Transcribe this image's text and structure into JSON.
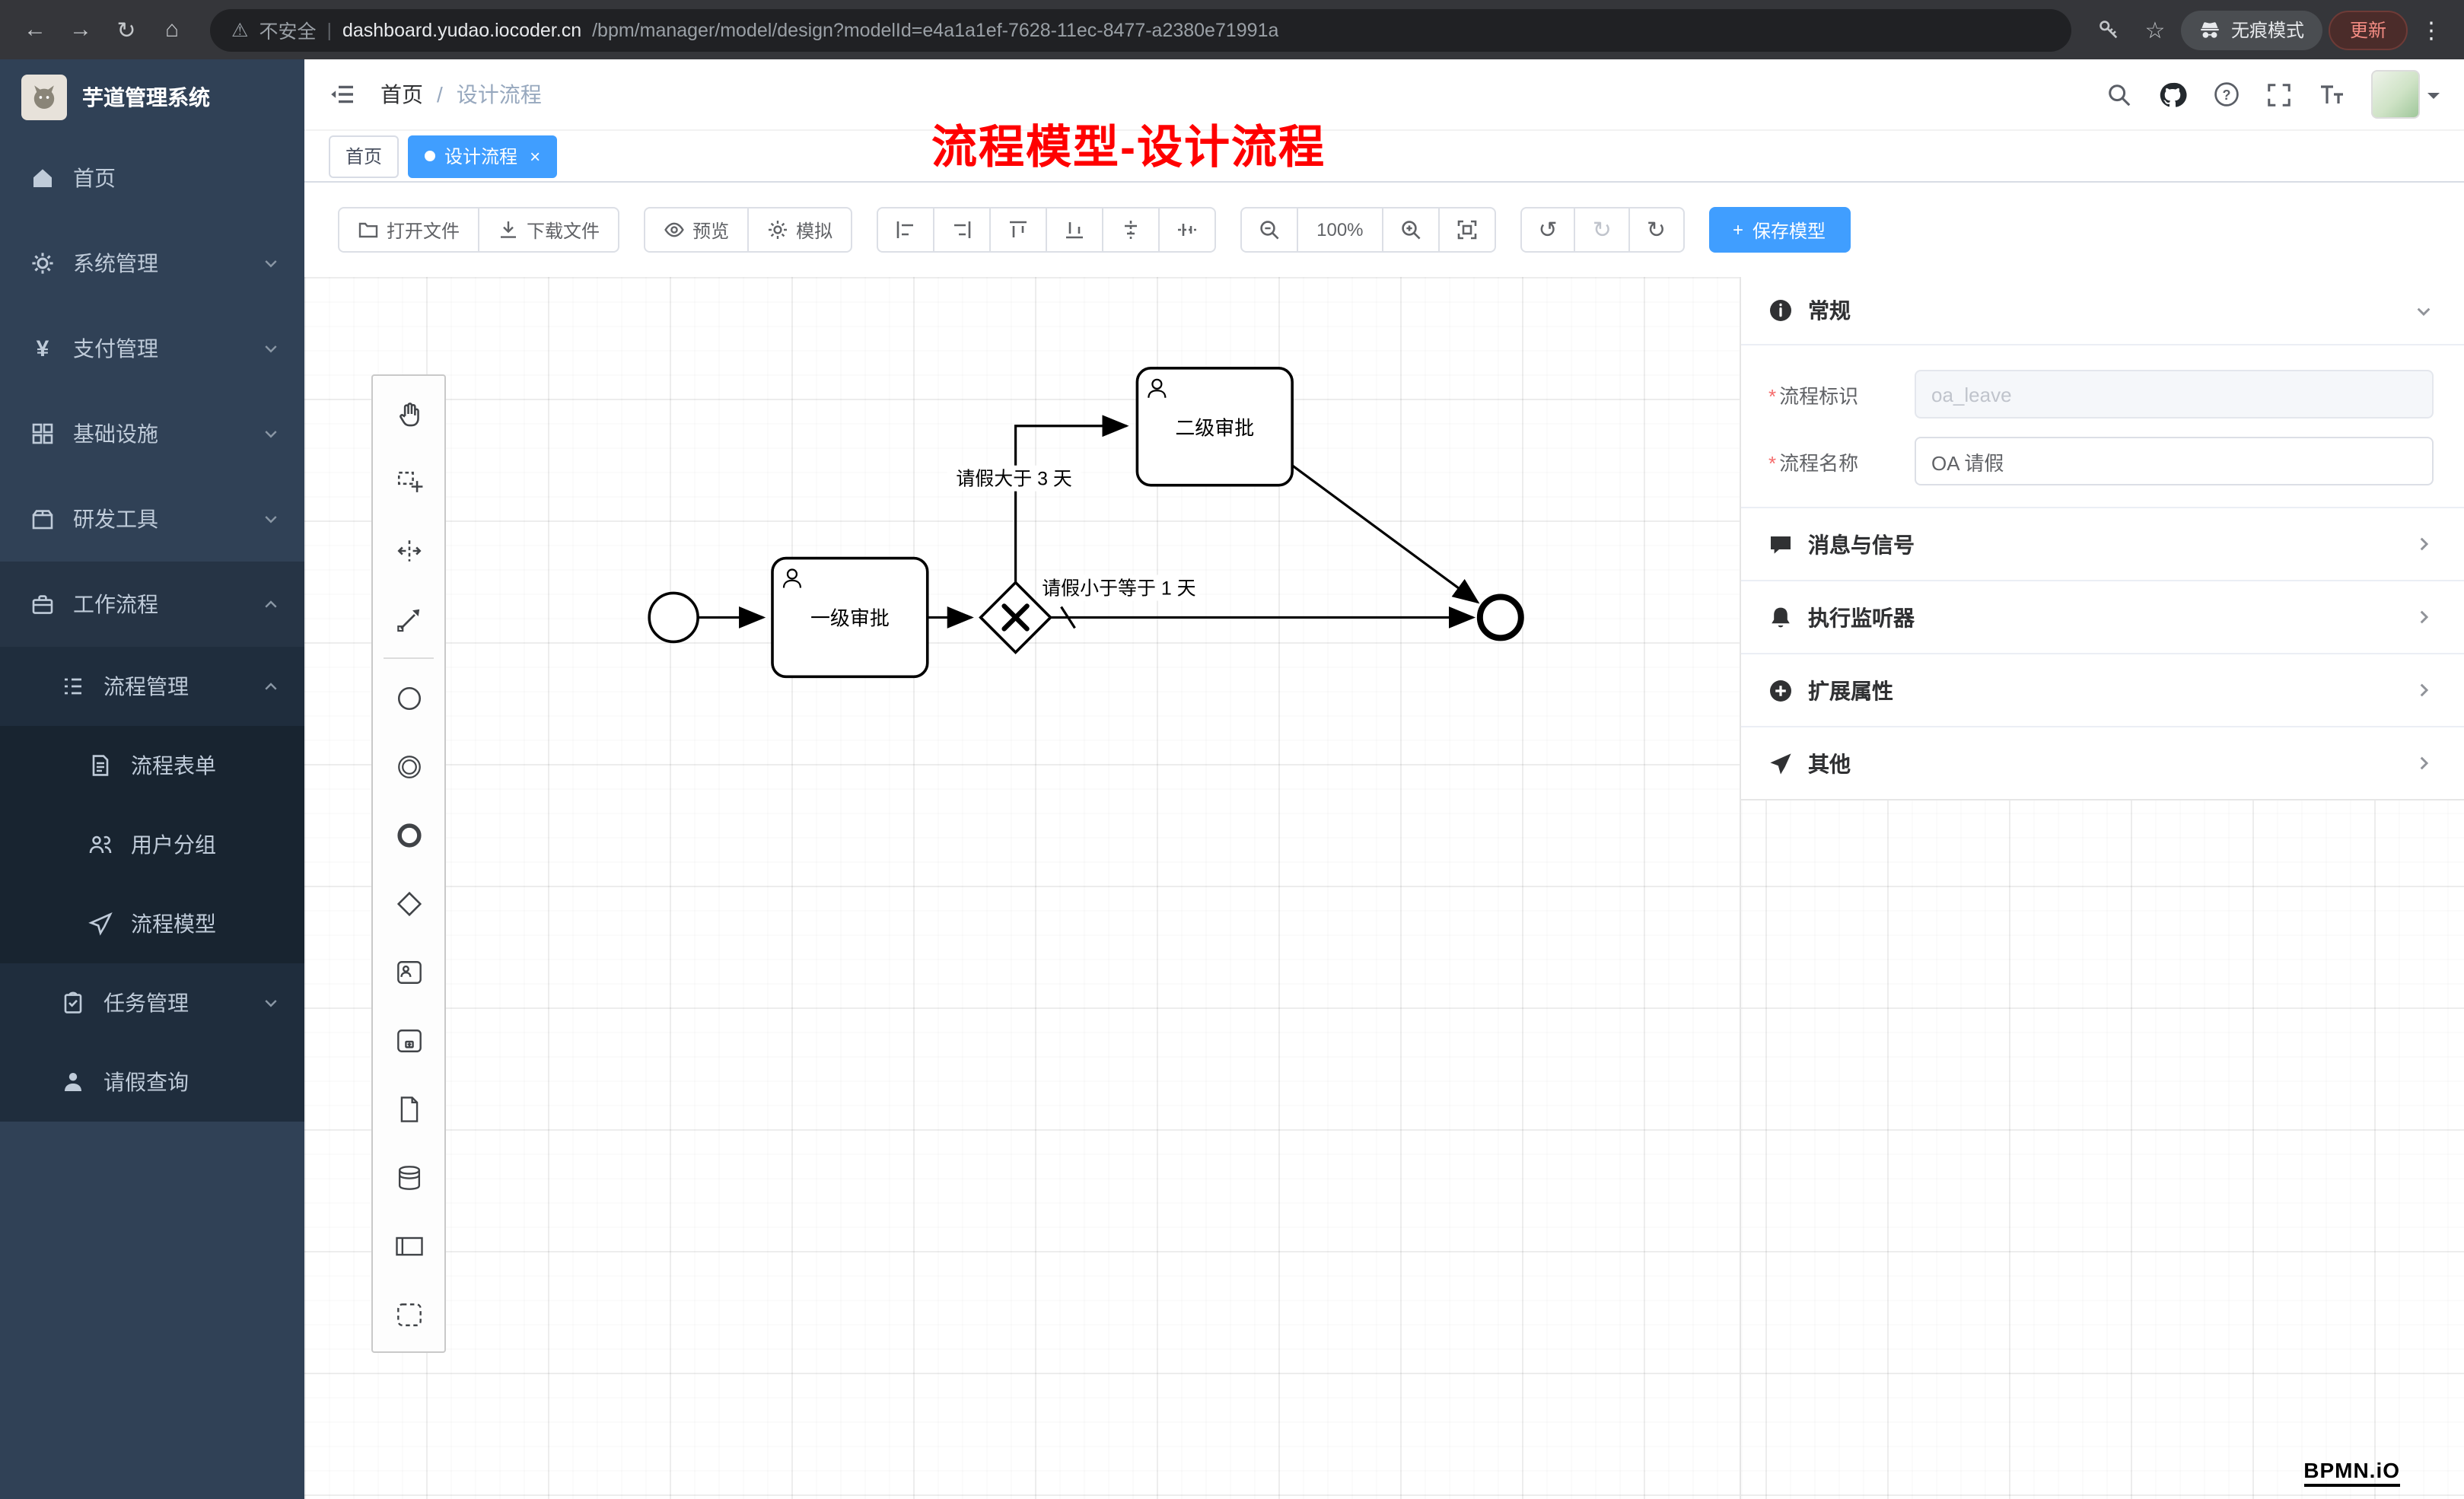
{
  "colors": {
    "accent": "#409eff",
    "sidebar_bg": "#304156",
    "submenu_bg": "#1f2d3d",
    "annotation_red": "#ff0000",
    "chrome_update_red": "#f28b82"
  },
  "icons": {
    "back": "←",
    "forward": "→",
    "reload": "↻",
    "home": "⌂",
    "warning": "⚠",
    "divider": "|",
    "star": "☆",
    "menu_dots": "⋮",
    "breadcrumb_sep": "/",
    "tab_close": "×",
    "plus": "+",
    "undo": "↺",
    "redo": "↻",
    "restart": "↻",
    "question": "?"
  },
  "browser": {
    "security_label": "不安全",
    "url_domain": "dashboard.yudao.iocoder.cn",
    "url_path": "/bpm/manager/model/design?modelId=e4a1a1ef-7628-11ec-8477-a2380e71991a",
    "incognito_label": "无痕模式",
    "update_label": "更新"
  },
  "sidebar": {
    "logo_title": "芋道管理系统",
    "items": [
      {
        "label": "首页"
      },
      {
        "label": "系统管理"
      },
      {
        "label": "支付管理"
      },
      {
        "label": "基础设施"
      },
      {
        "label": "研发工具"
      },
      {
        "label": "工作流程"
      },
      {
        "label": "流程管理"
      },
      {
        "label": "流程表单"
      },
      {
        "label": "用户分组"
      },
      {
        "label": "流程模型"
      },
      {
        "label": "任务管理"
      },
      {
        "label": "请假查询"
      }
    ]
  },
  "header": {
    "breadcrumb_home": "首页",
    "breadcrumb_current": "设计流程"
  },
  "annotation": {
    "text": "流程模型-设计流程"
  },
  "tags": {
    "home": "首页",
    "active": "设计流程"
  },
  "toolbar": {
    "open": "打开文件",
    "download": "下载文件",
    "preview": "预览",
    "simulate": "模拟",
    "zoom_level": "100%",
    "save": "保存模型"
  },
  "diagram": {
    "task_level1": "一级审批",
    "task_level2": "二级审批",
    "flow_gt3": "请假大于 3 天",
    "flow_le1": "请假小于等于 1 天"
  },
  "panel": {
    "general_title": "常规",
    "field_key_label": "流程标识",
    "field_key_value": "oa_leave",
    "field_name_label": "流程名称",
    "field_name_value": "OA 请假",
    "section_message": "消息与信号",
    "section_listener": "执行监听器",
    "section_ext": "扩展属性",
    "section_other": "其他"
  },
  "watermark": "BPMN.iO"
}
